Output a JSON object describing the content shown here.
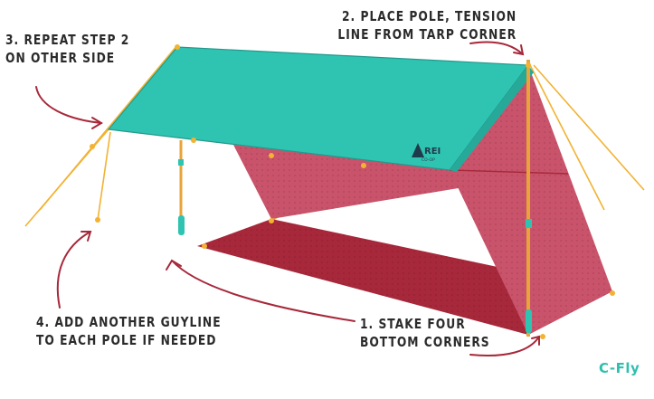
{
  "steps": {
    "step1": [
      "1. STAKE FOUR",
      "BOTTOM CORNERS"
    ],
    "step2": [
      "2. PLACE POLE, TENSION",
      "LINE FROM TARP CORNER"
    ],
    "step3": [
      "3. REPEAT STEP 2",
      "ON OTHER SIDE"
    ],
    "step4": [
      "4. ADD ANOTHER GUYLINE",
      "TO EACH POLE IF NEEDED"
    ]
  },
  "logo": {
    "text": "REI",
    "subtext": "CO-OP"
  },
  "brand": "C-Fly",
  "colors": {
    "tarp": "#2fc4b2",
    "tarp_shadow": "#27a99a",
    "wall": "#c9536a",
    "floor": "#a7283a",
    "line": "#f2b233",
    "pole": "#e6a43a",
    "text": "#2b2b2b",
    "arrow": "#a7283a",
    "brand": "#2fbfae"
  }
}
